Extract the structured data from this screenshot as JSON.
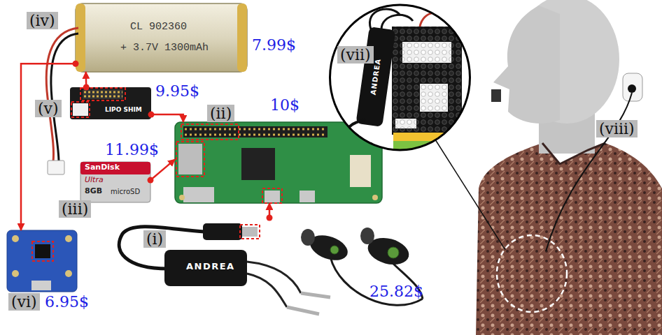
{
  "diagram": {
    "nodes": [
      {
        "text": [
          "(iv)",
          "7.99$",
          "CL 902360",
          "+ 3.7V 1300mAh"
        ]
      },
      {
        "text": [
          "(v)",
          "9.95$",
          "LIPO SHIM"
        ]
      },
      {
        "text": [
          "(ii)",
          "10$"
        ]
      },
      {
        "text": [
          "(iii)",
          "11.99$",
          "SanDisk",
          "Ultra",
          "8GB",
          "microSD"
        ]
      },
      {
        "text": [
          "(vi)",
          "6.95$"
        ]
      },
      {
        "text": [
          "(i)",
          "ANDREA",
          "25.82$"
        ]
      },
      {
        "text": [
          "(vii)",
          "ANDREA"
        ]
      },
      {
        "text": [
          "(viii)"
        ]
      }
    ],
    "edges": [
      {
        "from": 1,
        "to": 0,
        "arrow": "to"
      },
      {
        "from": 0,
        "to": 4,
        "arrow": "to"
      },
      {
        "from": 1,
        "to": 2,
        "arrow": "to"
      },
      {
        "from": 3,
        "to": 2,
        "arrow": "to"
      },
      {
        "from": 5,
        "to": 2,
        "arrow": "to"
      }
    ]
  }
}
